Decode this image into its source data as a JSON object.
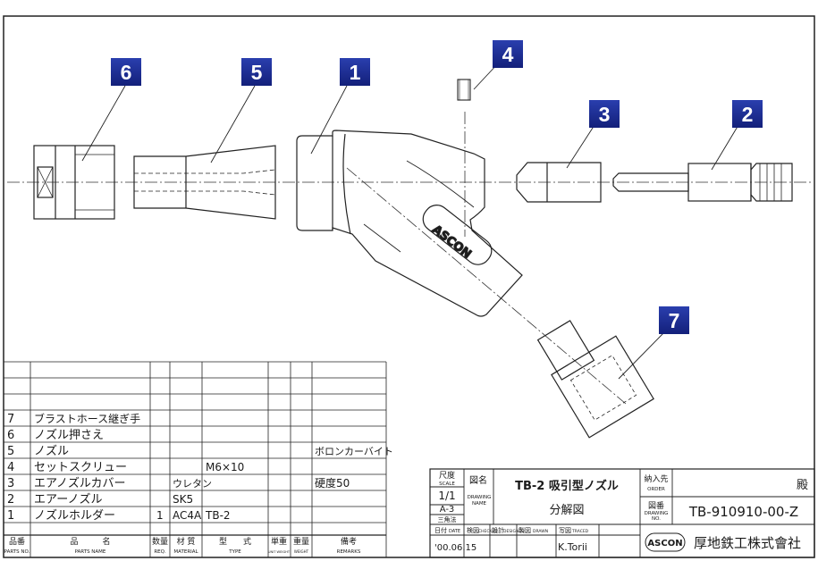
{
  "callouts": [
    "6",
    "5",
    "1",
    "4",
    "3",
    "2",
    "7"
  ],
  "logo_text": "ASCON",
  "parts_list": {
    "rows": [
      {
        "no": "7",
        "name": "ブラストホース継ぎ手",
        "req": "",
        "material": "",
        "type": "",
        "weight": "",
        "remarks": ""
      },
      {
        "no": "6",
        "name": "ノズル押さえ",
        "req": "",
        "material": "",
        "type": "",
        "weight": "",
        "remarks": ""
      },
      {
        "no": "5",
        "name": "ノズル",
        "req": "",
        "material": "",
        "type": "",
        "weight": "",
        "remarks": "ボロンカーバイト"
      },
      {
        "no": "4",
        "name": "セットスクリュー",
        "req": "",
        "material": "",
        "type": "M6×10",
        "weight": "",
        "remarks": ""
      },
      {
        "no": "3",
        "name": "エアノズルカバー",
        "req": "",
        "material": "ウレタン",
        "type": "",
        "weight": "",
        "remarks": "硬度50"
      },
      {
        "no": "2",
        "name": "エアーノズル",
        "req": "",
        "material": "SK5",
        "type": "",
        "weight": "",
        "remarks": ""
      },
      {
        "no": "1",
        "name": "ノズルホルダー",
        "req": "1",
        "material": "AC4A",
        "type": "TB-2",
        "weight": "",
        "remarks": ""
      }
    ],
    "headers": {
      "no_jp": "品番",
      "no_en": "PARTS NO.",
      "name_jp": "品　　　名",
      "name_en": "PARTS NAME",
      "req_jp": "数量",
      "req_en": "REQ.",
      "material_jp": "材 質",
      "material_en": "MATERIAL",
      "type_jp": "型　　式",
      "type_en": "TYPE",
      "unit_weight_jp": "単重",
      "unit_weight_en": "UNIT WEIGHT",
      "weight_jp": "重量",
      "weight_en": "WEIGHT",
      "remarks_jp": "備考",
      "remarks_en": "REMARKS"
    }
  },
  "title_block": {
    "scale_jp": "尺度",
    "scale_en": "SCALE",
    "scale_value": "1/1",
    "paper_size": "A-3",
    "projection": "三角法",
    "drawing_name_jp": "図名",
    "drawing_name_en": "DRAWING NAME",
    "title_main": "TB-2 吸引型ノズル",
    "title_sub": "分解図",
    "order_jp": "納入先",
    "order_en": "ORDER",
    "order_suffix": "殿",
    "drawing_no_jp": "図番",
    "drawing_no_en": "DRAWING NO.",
    "drawing_no": "TB-910910-00-Z",
    "date_jp": "日付",
    "date_en": "DATE",
    "checked_jp": "検図",
    "checked_en": "CHECKED",
    "designed_jp": "設計",
    "designed_en": "DESIGNED",
    "drawn_jp": "製図",
    "drawn_en": "DRAWN",
    "traced_jp": "写図",
    "traced_en": "TRACED",
    "date_value": "'00.06.15",
    "designer": "K.Torii",
    "company_logo": "ASCON",
    "company": "厚地鉄工株式會社"
  }
}
